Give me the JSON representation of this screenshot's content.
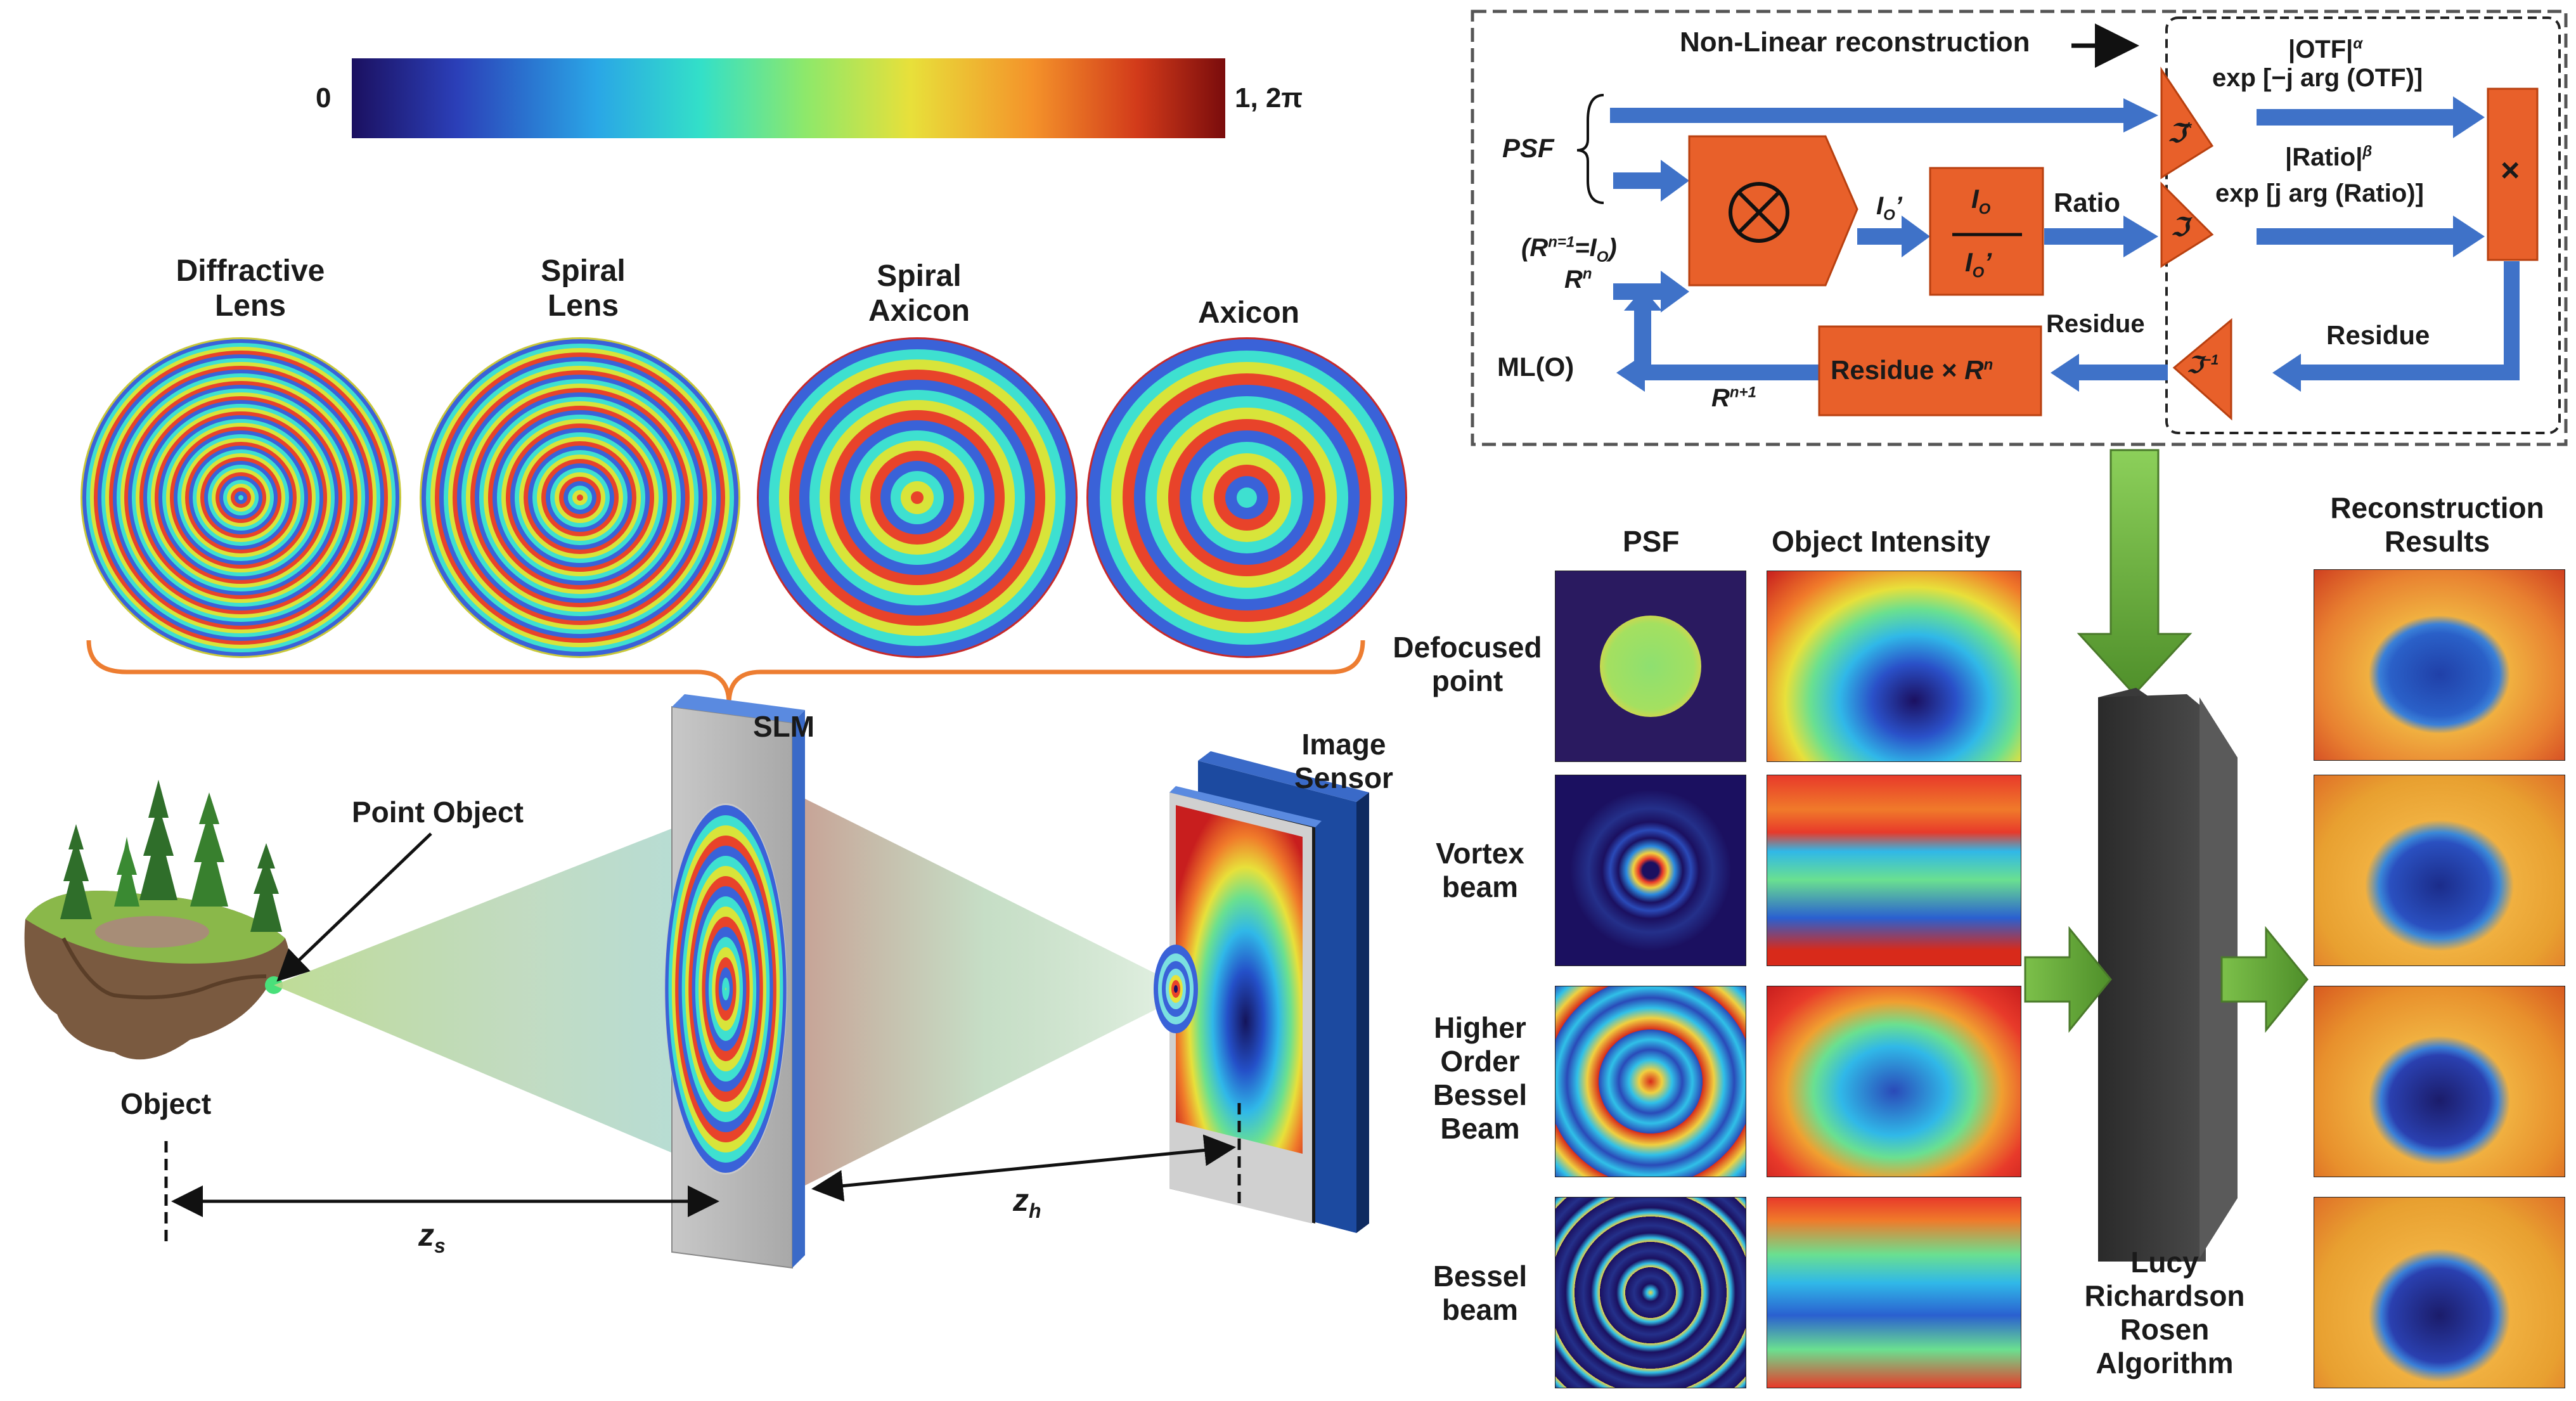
{
  "colorbar": {
    "min_label": "0",
    "max_label": "1, 2π"
  },
  "masks": [
    {
      "line1": "Diffractive",
      "line2": "Lens"
    },
    {
      "line1": "Spiral",
      "line2": "Lens"
    },
    {
      "line1": "Spiral",
      "line2": "Axicon"
    },
    {
      "line1": "",
      "line2": "Axicon"
    }
  ],
  "setup": {
    "point_object": "Point Object",
    "object": "Object",
    "slm": "SLM",
    "image_sensor_1": "Image",
    "image_sensor_2": "Sensor",
    "zs": "z",
    "zs_sub": "s",
    "zh": "z",
    "zh_sub": "h"
  },
  "algorithm": {
    "title": "Non-Linear reconstruction",
    "psf": "PSF",
    "rn_init": "(R",
    "rn_init_sup": "n=1",
    "rn_init_rest": "=I",
    "rn_init_sub": "O",
    "rn": "R",
    "rn_sup": "n",
    "io_prime": "I",
    "io_prime_sub": "O",
    "io_prime_mark": "’",
    "frac_num": "I",
    "frac_num_sub": "O",
    "frac_den": "I",
    "frac_den_sub": "O",
    "frac_den_mark": "’",
    "ratio": "Ratio",
    "residue_tilde": "Residue",
    "residue": "Residue",
    "otf_mag": "|OTF|",
    "otf_alpha": "α",
    "otf_exp": "exp [−j arg (OTF)]",
    "ratio_mag": "|Ratio|",
    "ratio_beta": "β",
    "ratio_exp": "exp [j arg (Ratio)]",
    "multiply": "×",
    "ml": "ML(O)",
    "rn1": "R",
    "rn1_sup": "n+1",
    "residue_times": "Residue",
    "residue_times_op": "×",
    "residue_times_r": "R",
    "residue_times_sup": "n",
    "fourier_conj": "ℑ",
    "fourier_conj_sup": "*",
    "fourier": "ℑ",
    "inv_fourier": "ℑ",
    "inv_fourier_sup": "−1"
  },
  "results": {
    "col_psf": "PSF",
    "col_object": "Object Intensity",
    "col_recon_1": "Reconstruction",
    "col_recon_2": "Results",
    "rows": [
      {
        "lines": [
          "Defocused",
          "point"
        ]
      },
      {
        "lines": [
          "Vortex",
          "beam"
        ]
      },
      {
        "lines": [
          "Higher",
          "Order",
          "Bessel",
          "Beam"
        ]
      },
      {
        "lines": [
          "Bessel",
          "beam"
        ]
      }
    ],
    "lrra_lines": [
      "Lucy",
      "Richardson",
      "Rosen",
      "Algorithm"
    ]
  }
}
